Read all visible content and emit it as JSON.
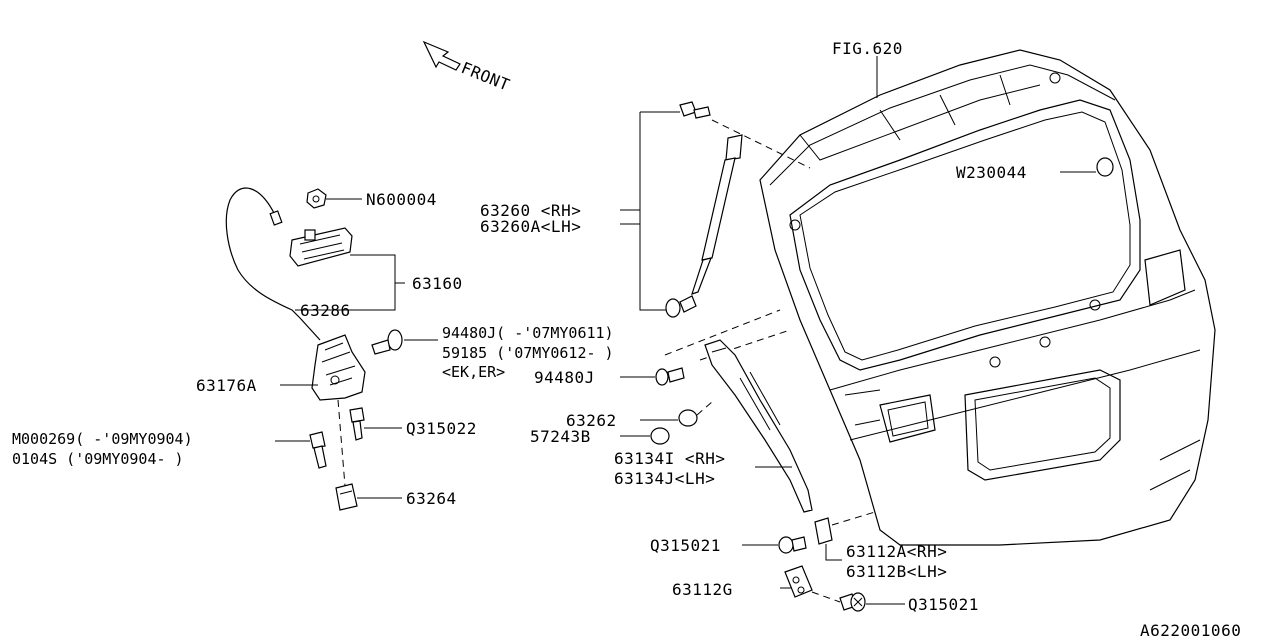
{
  "figure_ref": "FIG.620",
  "front_label": "FRONT",
  "drawing_id": "A622001060",
  "callouts": {
    "n600004": "N600004",
    "p63160": "63160",
    "p63286": "63286",
    "p63176a": "63176A",
    "m000269": "M000269( -'09MY0904)",
    "p0104s": "0104S   ('09MY0904- )",
    "q315022": "Q315022",
    "p63264": "63264",
    "p63260rh": "63260 <RH>",
    "p63260alh": "63260A<LH>",
    "p94480j_1": "94480J( -'07MY0611)",
    "p59185": "59185 ('07MY0612- )",
    "ek_er": "<EK,ER>",
    "p94480j_2": "94480J",
    "p63262": "63262",
    "p57243b": "57243B",
    "p63134i": "63134I <RH>",
    "p63134j": "63134J<LH>",
    "q315021_a": "Q315021",
    "p63112a": "63112A<RH>",
    "p63112b": "63112B<LH>",
    "p63112g": "63112G",
    "q315021_b": "Q315021",
    "w230044": "W230044"
  }
}
